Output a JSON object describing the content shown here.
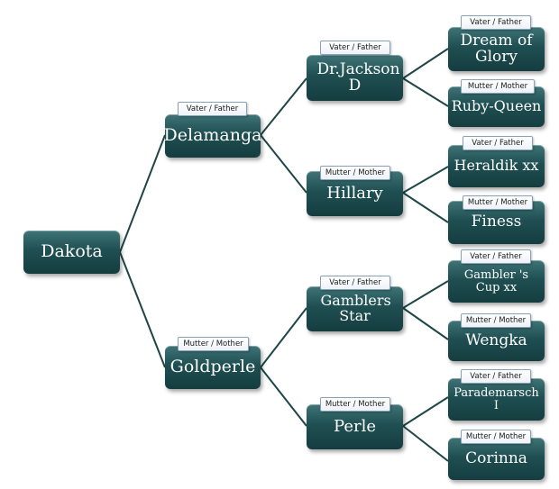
{
  "tree": {
    "root": {
      "name": "Dakota"
    },
    "father": {
      "tag": "Vater / Father",
      "name": "Delamanga"
    },
    "mother": {
      "tag": "Mutter / Mother",
      "name": "Goldperle"
    },
    "father_father": {
      "tag": "Vater / Father",
      "name": "Dr.Jackson D"
    },
    "father_mother": {
      "tag": "Mutter / Mother",
      "name": "Hillary"
    },
    "mother_father": {
      "tag": "Vater / Father",
      "name": "Gamblers Star"
    },
    "mother_mother": {
      "tag": "Mutter / Mother",
      "name": "Perle"
    },
    "ff_father": {
      "tag": "Vater / Father",
      "name": "Dream of Glory"
    },
    "ff_mother": {
      "tag": "Mutter / Mother",
      "name": "Ruby-Queen"
    },
    "fm_father": {
      "tag": "Vater / Father",
      "name": "Heraldik xx"
    },
    "fm_mother": {
      "tag": "Mutter / Mother",
      "name": "Finess"
    },
    "mf_father": {
      "tag": "Vater / Father",
      "name": "Gambler 's Cup xx"
    },
    "mf_mother": {
      "tag": "Mutter / Mother",
      "name": "Wengka"
    },
    "mm_father": {
      "tag": "Vater / Father",
      "name": "Parademarsch I"
    },
    "mm_mother": {
      "tag": "Mutter / Mother",
      "name": "Corinna"
    }
  },
  "colors": {
    "node_fill": "#1f4f52",
    "connector": "#1f4547",
    "tag_border": "#8aa2b8"
  }
}
